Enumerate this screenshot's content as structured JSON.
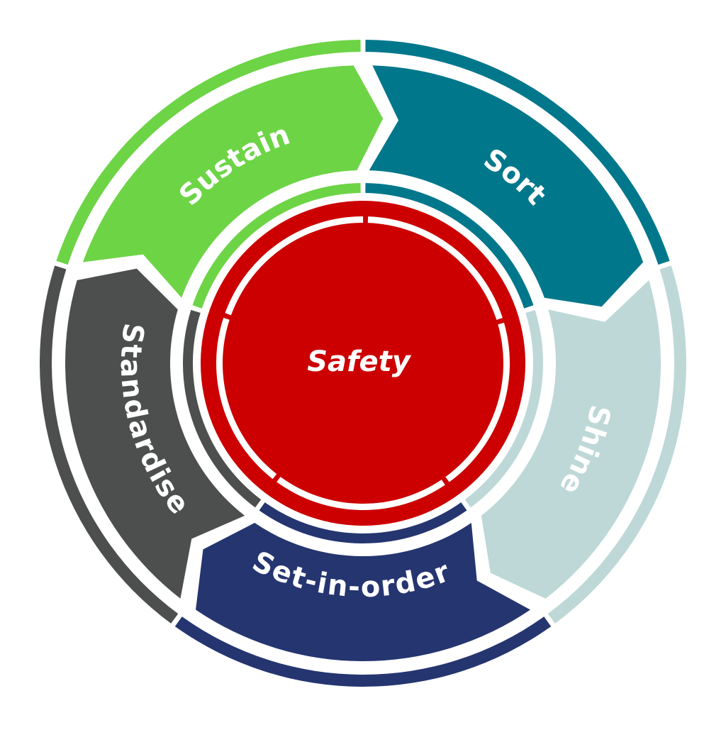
{
  "diagram": {
    "center": {
      "label": "Safety",
      "color": "#cc0000"
    },
    "segments": [
      {
        "label": "Sort",
        "color": "#00778b",
        "order": 1
      },
      {
        "label": "Shine",
        "color": "#bdd8d7",
        "order": 2
      },
      {
        "label": "Set-in-order",
        "color": "#253570",
        "order": 3
      },
      {
        "label": "Standardise",
        "color": "#4d4f4e",
        "order": 4
      },
      {
        "label": "Sustain",
        "color": "#6dd446",
        "order": 5
      }
    ],
    "flow_direction": "clockwise"
  }
}
